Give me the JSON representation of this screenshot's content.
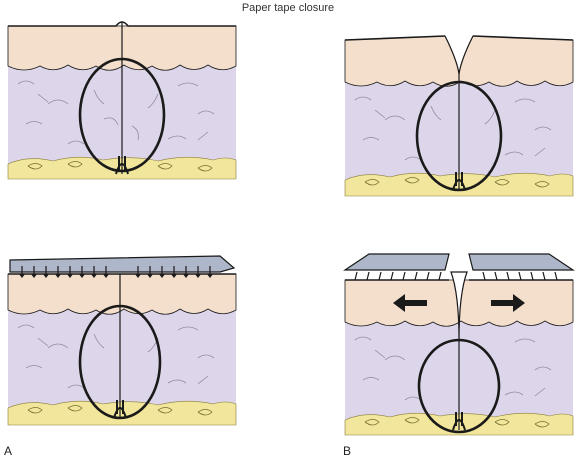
{
  "figure": {
    "title": "Paper tape closure",
    "panel_labels": {
      "a": "A",
      "b": "B"
    }
  },
  "colors": {
    "epidermis": "#f3dfcc",
    "dermis": "#ddd6ea",
    "fat": "#f1e69b",
    "tape": "#aeb7c9",
    "suture": "#1a1a1a",
    "hatch": "#8f8aa0"
  },
  "panels": [
    {
      "id": "upper-left",
      "tape": false,
      "gap": "closed"
    },
    {
      "id": "upper-right",
      "tape": false,
      "gap": "open"
    },
    {
      "id": "lower-left",
      "tape": true,
      "tape_arrows": "down",
      "gap": "closed"
    },
    {
      "id": "lower-right",
      "tape": true,
      "tape_arrows": "up",
      "gap": "open",
      "pull_arrows": "outward"
    }
  ]
}
